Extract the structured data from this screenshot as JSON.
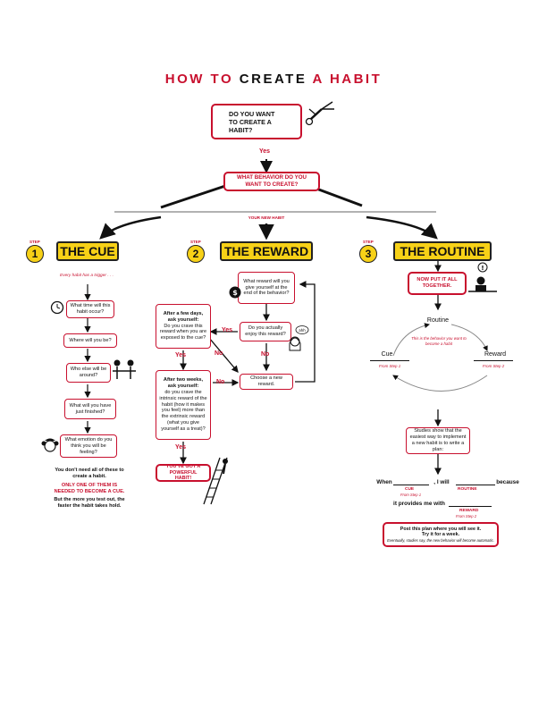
{
  "title": {
    "part1": "HOW TO",
    "part2": "CREATE",
    "part3": "A",
    "part4": "HABIT"
  },
  "top": {
    "start_box": "DO YOU WANT TO CREATE A HABIT?",
    "yes": "Yes",
    "behavior_box": "WHAT BEHAVIOR DO YOU WANT TO CREATE?",
    "your_new_habit": "YOUR NEW HABIT"
  },
  "cue": {
    "step_label": "STEP",
    "step_num": "1",
    "heading": "THE CUE",
    "intro": "Every habit has a trigger . . .",
    "questions": [
      "What time will this habit occur?",
      "Where will you be?",
      "Who else will be around?",
      "What will you have just finished?",
      "What emotion do you think you will be feeling?"
    ],
    "note1": "You don't need all of these to create a habit.",
    "note2": "ONLY ONE OF THEM IS NEEDED TO BECOME A CUE.",
    "note3": "But the more you test out, the faster the habit takes hold."
  },
  "reward": {
    "step_label": "STEP",
    "step_num": "2",
    "heading": "THE REWARD",
    "q1": "What reward will you give yourself at the end of the behavior?",
    "q2": "Do you actually enjoy this reward?",
    "q3": "Choose a new reward.",
    "left1_title": "After a few days, ask yourself:",
    "left1_body": "Do you crave this reward when you are exposed to the cue?",
    "left2_title": "After two weeks, ask yourself:",
    "left2_body": "do you crave the intrinsic reward of the habit (how it makes you feel) more than the extrinsic reward (what you give yourself as a treat)?",
    "yes": "Yes",
    "no": "No",
    "final": "YOU'VE GOT A POWERFUL HABIT!",
    "bubble": "ahh"
  },
  "routine": {
    "step_label": "STEP",
    "step_num": "3",
    "heading": "THE ROUTINE",
    "put_together": "NOW PUT IT ALL TOGETHER.",
    "routine_word": "Routine",
    "routine_note": "This is the behavior you want to become a habit",
    "cue_word": "Cue",
    "reward_word": "Reward",
    "from_step1": "From Step 1",
    "from_step2": "From Step 2",
    "studies": "Studies show that the easiest way to implement a new habit is to write a plan:",
    "when": "When",
    "i_will": ", I will",
    "because": "because",
    "cue_lbl": "CUE",
    "routine_lbl": "ROUTINE",
    "reward_lbl": "REWARD",
    "provides": "it provides me with",
    "post1": "Post this plan where you will see it.",
    "post2": "Try it for a week.",
    "post3": "Eventually, studies say, the new behavior will become automatic."
  },
  "colors": {
    "accent": "#c8102e",
    "highlight": "#f7d117"
  }
}
